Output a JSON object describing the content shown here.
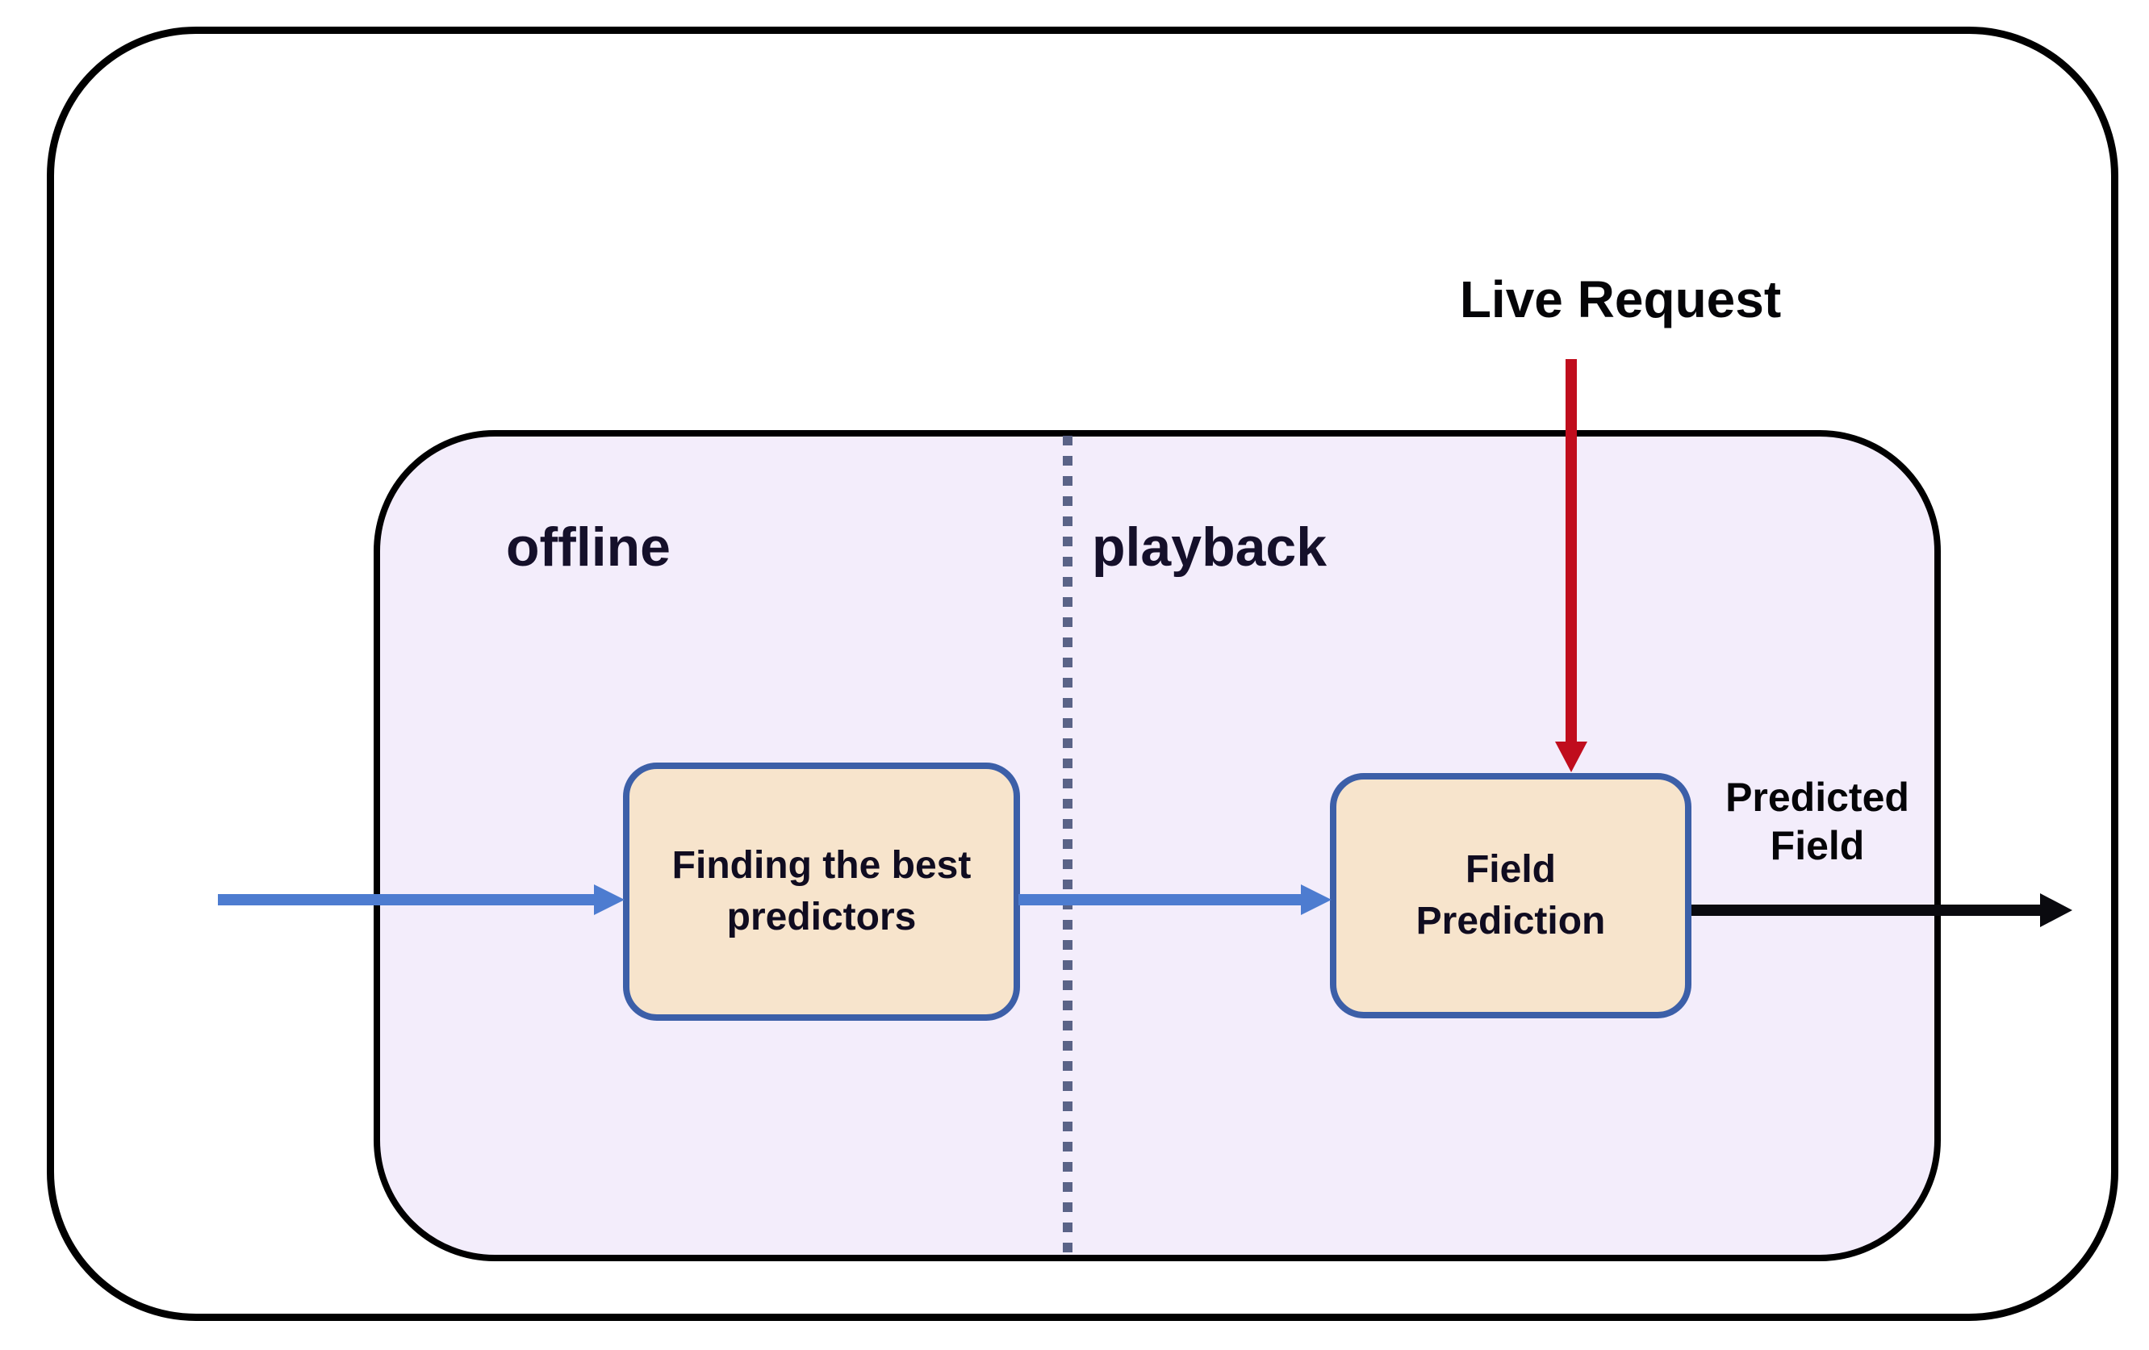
{
  "diagram": {
    "type": "flow-diagram",
    "description": "Two-stage prediction pipeline inside a rounded container, split into offline and playback phases"
  },
  "colors": {
    "background": "#ffffff",
    "outer_border": "#000000",
    "pipeline_fill": "#f3edfb",
    "pipeline_border": "#000000",
    "node_fill": "#f7e4cc",
    "node_border": "#3c5fa8",
    "blue_arrow": "#4d7cd0",
    "red_arrow": "#c00d1d",
    "black_arrow": "#0a0a0f",
    "divider_dot": "#5a6387",
    "label_text": "#15102a",
    "node_text": "#100c20",
    "annotation_text": "#050508"
  },
  "sections": {
    "offline": "offline",
    "playback": "playback"
  },
  "nodes": {
    "finding_best_predictors": {
      "label": "Finding the best predictors"
    },
    "field_prediction": {
      "label": "Field Prediction"
    }
  },
  "annotations": {
    "live_request": "Live Request",
    "predicted_field": "Predicted Field"
  },
  "arrows": [
    {
      "name": "input-arrow",
      "color": "#4d7cd0",
      "direction": "right",
      "from": "outside-left",
      "to": "finding_best_predictors"
    },
    {
      "name": "offline-to-playback-arrow",
      "color": "#4d7cd0",
      "direction": "right",
      "from": "finding_best_predictors",
      "to": "field_prediction"
    },
    {
      "name": "live-request-arrow",
      "color": "#c00d1d",
      "direction": "down",
      "from": "live_request",
      "to": "field_prediction"
    },
    {
      "name": "predicted-field-arrow",
      "color": "#0a0a0f",
      "direction": "right",
      "from": "field_prediction",
      "to": "outside-right"
    }
  ]
}
